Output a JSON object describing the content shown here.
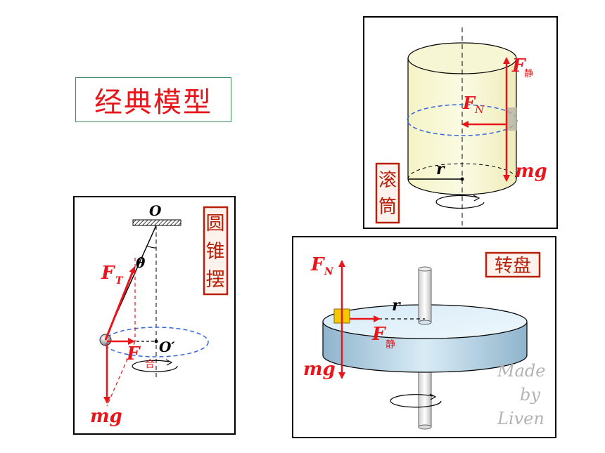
{
  "title": "经典模型",
  "colors": {
    "force": "#e8161a",
    "seal": "#b8200c",
    "title_border": "#3a8a5a",
    "dashed": "#3366dd"
  },
  "cylinder": {
    "seal": [
      "滚",
      "筒"
    ],
    "labels": {
      "f_static_main": "F",
      "f_static_sub": "静",
      "fn_main": "F",
      "fn_sub": "N",
      "mg": "mg",
      "r": "r"
    }
  },
  "pendulum": {
    "seal": [
      "圆",
      "锥",
      "摆"
    ],
    "labels": {
      "o": "O",
      "o_prime": "O′",
      "theta": "θ",
      "ft_main": "F",
      "ft_sub": "T",
      "fhe_main": "F",
      "fhe_sub": "合",
      "mg": "mg"
    }
  },
  "turntable": {
    "seal": "转盘",
    "labels": {
      "fn_main": "F",
      "fn_sub": "N",
      "r": "r",
      "f_static_main": "F",
      "f_static_sub": "静",
      "mg": "mg"
    },
    "watermark": [
      "Made",
      "by",
      "Liven"
    ]
  }
}
